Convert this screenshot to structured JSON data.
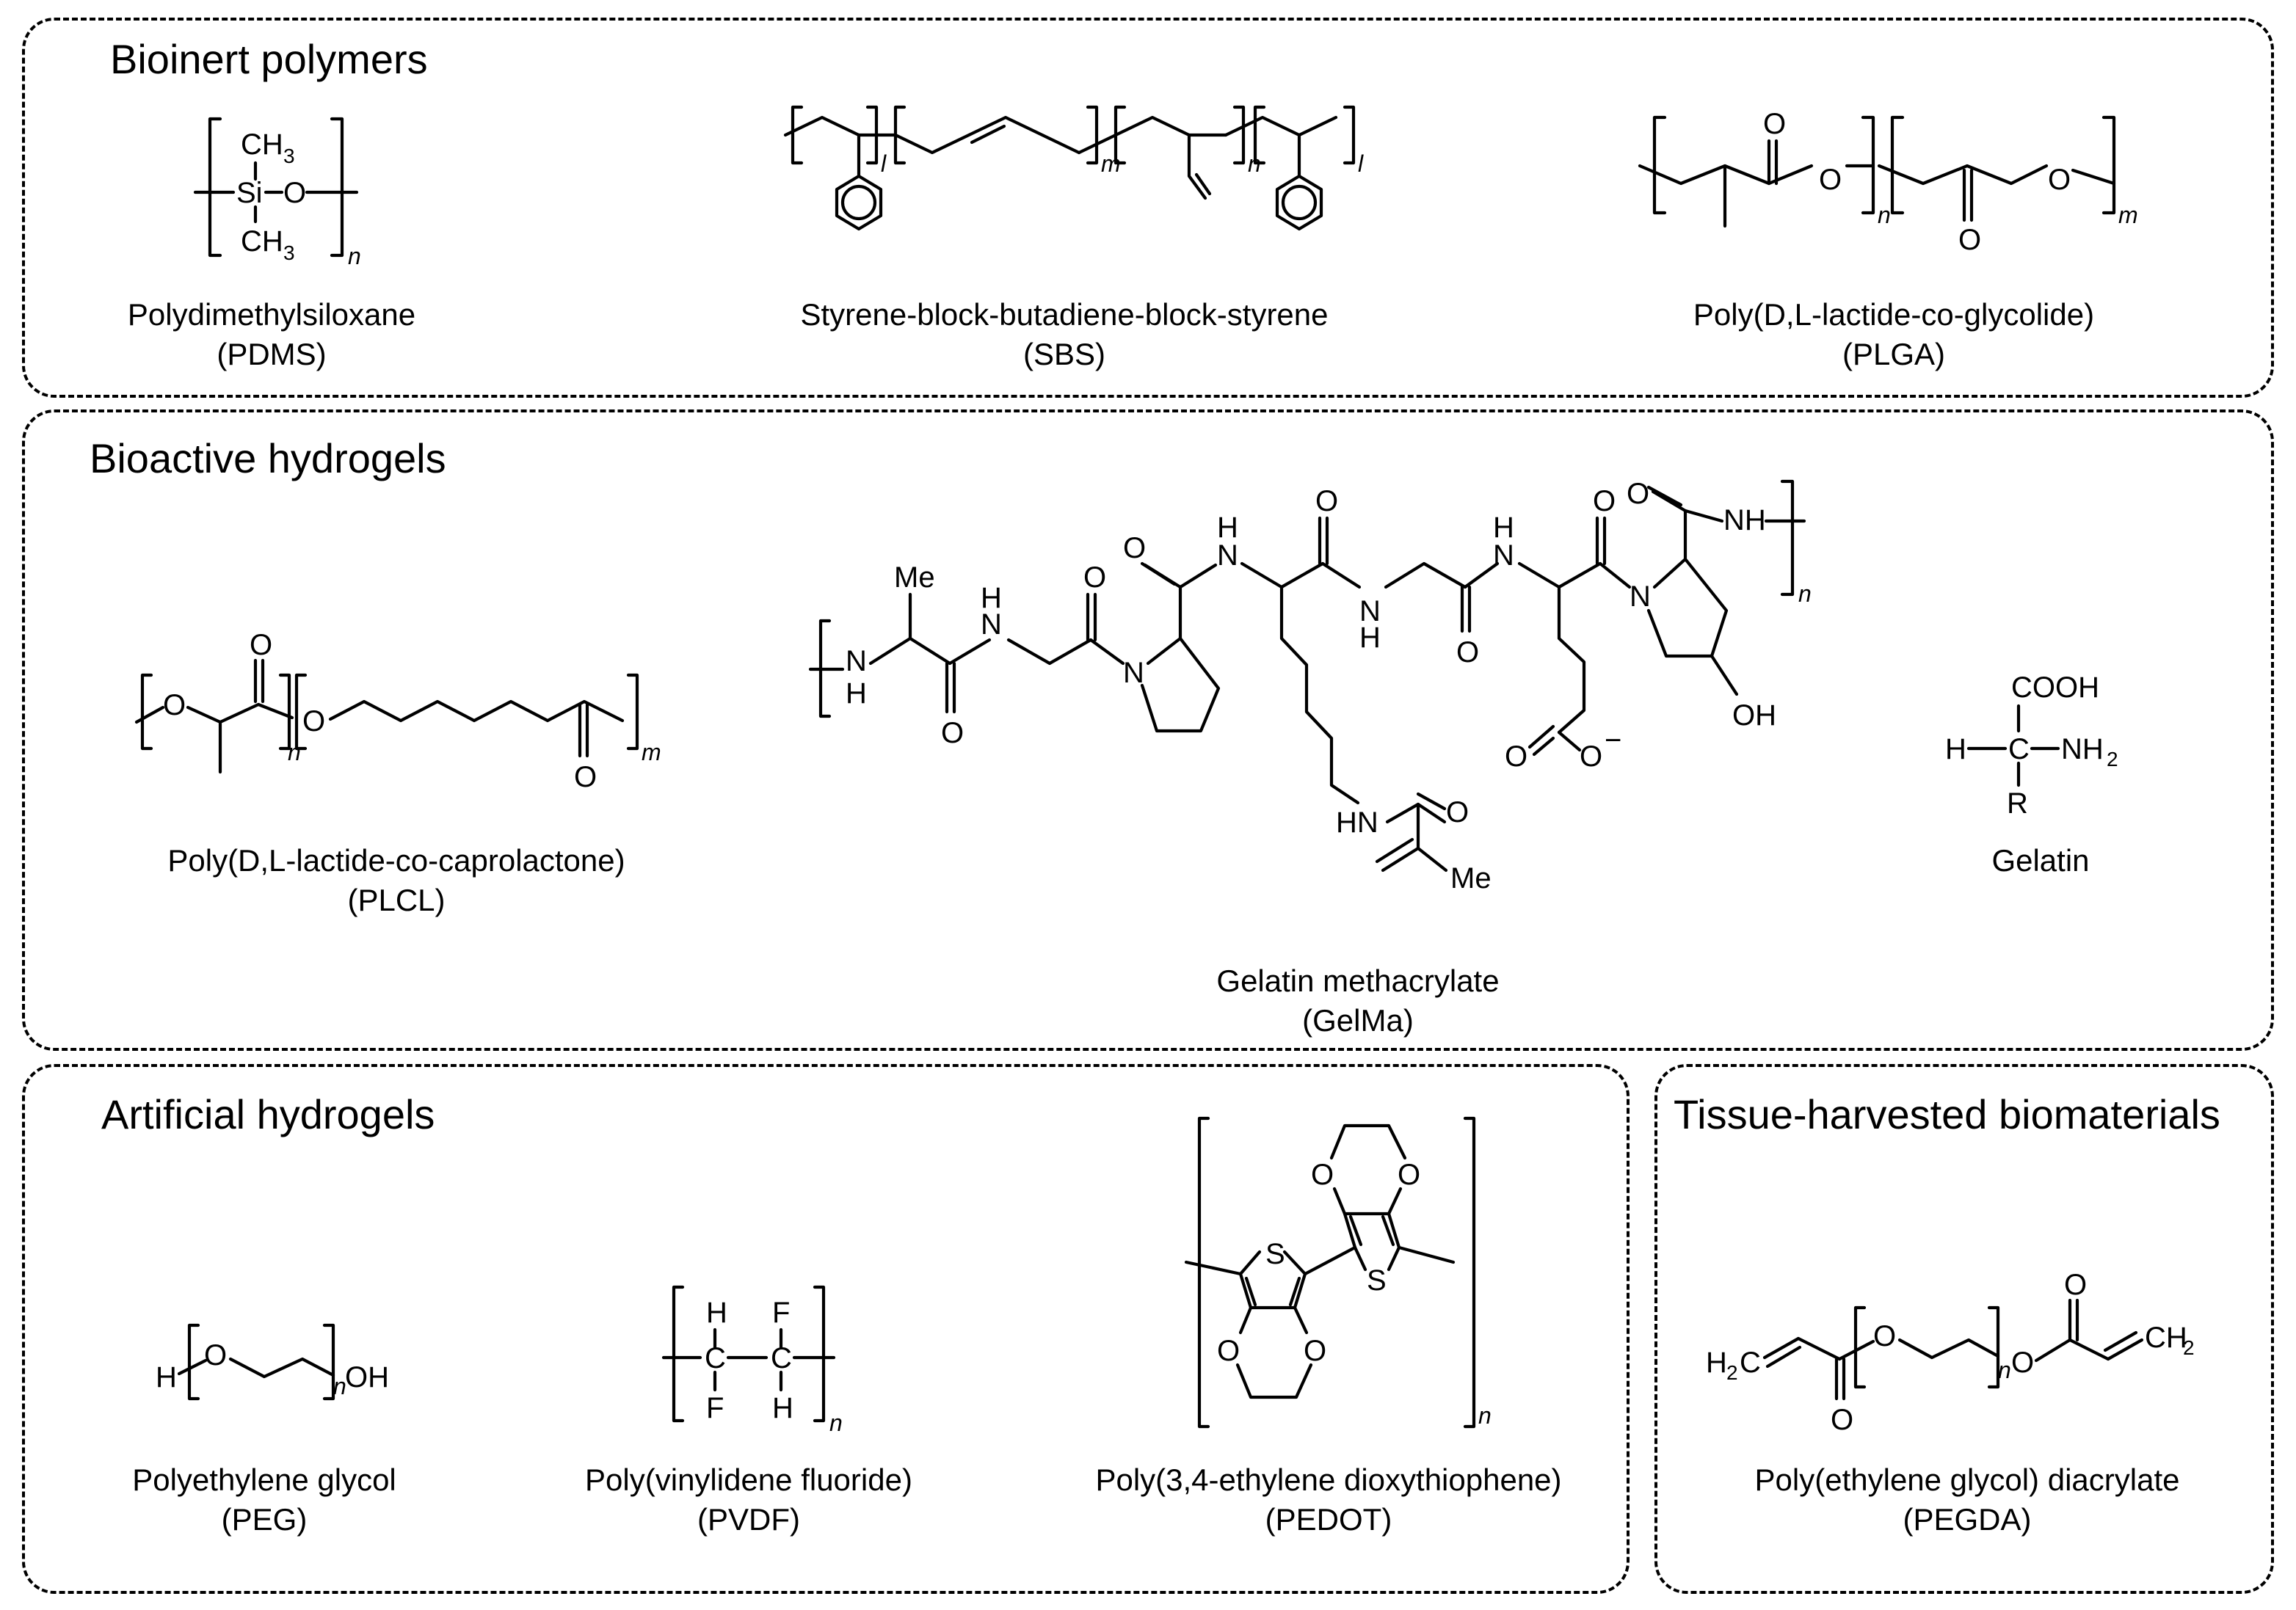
{
  "panels": {
    "bioinert": {
      "title": "Bioinert polymers",
      "pdms": {
        "name": "Polydimethylsiloxane",
        "abbr": "(PDMS)"
      },
      "sbs": {
        "name": "Styrene-block-butadiene-block-styrene",
        "abbr": "(SBS)"
      },
      "plga": {
        "name": "Poly(D,L-lactide-co-glycolide)",
        "abbr": "(PLGA)"
      }
    },
    "bioactive": {
      "title": "Bioactive hydrogels",
      "plcl": {
        "name": "Poly(D,L-lactide-co-caprolactone)",
        "abbr": "(PLCL)"
      },
      "gelma": {
        "name": "Gelatin methacrylate",
        "abbr": "(GelMa)"
      },
      "gelatin": {
        "name": "Gelatin"
      }
    },
    "artificial": {
      "title": "Artificial hydrogels",
      "peg": {
        "name": "Polyethylene glycol",
        "abbr": "(PEG)"
      },
      "pvdf": {
        "name": "Poly(vinylidene fluoride)",
        "abbr": "(PVDF)"
      },
      "pedot": {
        "name": "Poly(3,4-ethylene dioxythiophene)",
        "abbr": "(PEDOT)"
      }
    },
    "tissue": {
      "title": "Tissue-harvested biomaterials",
      "pegda": {
        "name": "Poly(ethylene glycol) diacrylate",
        "abbr": "(PEGDA)"
      }
    }
  },
  "atoms": {
    "ch3": "CH",
    "three": "3",
    "si": "Si",
    "o": "O",
    "h": "H",
    "nh": "NH",
    "hn": "HN",
    "me": "Me",
    "n_atom": "N",
    "s": "S",
    "f": "F",
    "c": "C",
    "r": "R",
    "oh": "OH",
    "cooh": "COOH",
    "nh2": "NH",
    "two": "2",
    "h2c": "H",
    "ch2": "CH",
    "minus": "−"
  },
  "subscripts": {
    "n": "n",
    "m": "m",
    "l": "l"
  }
}
